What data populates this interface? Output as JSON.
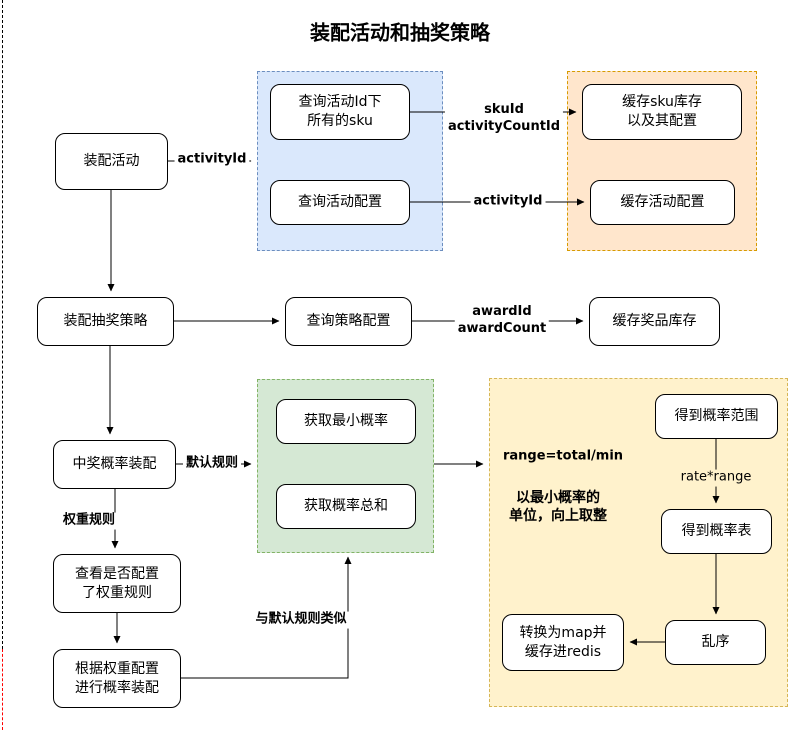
{
  "title": "装配活动和抽奖策略",
  "nodes": {
    "assemble_activity": "装配活动",
    "query_sku_by_activity": "查询活动Id下\n所有的sku",
    "query_activity_config": "查询活动配置",
    "cache_sku_stock": "缓存sku库存\n以及其配置",
    "cache_activity_config": "缓存活动配置",
    "assemble_lottery_strategy": "装配抽奖策略",
    "query_strategy_config": "查询策略配置",
    "cache_award_stock": "缓存奖品库存",
    "assemble_win_probability": "中奖概率装配",
    "get_min_probability": "获取最小概率",
    "get_probability_sum": "获取概率总和",
    "get_probability_range": "得到概率范围",
    "get_probability_table": "得到概率表",
    "shuffle": "乱序",
    "convert_to_map": "转换为map并\n缓存进redis",
    "check_weight_rule": "查看是否配置\n了权重规则",
    "assemble_by_weight": "根据权重配置\n进行概率装配"
  },
  "edge_labels": {
    "activity_id_top": "activityId",
    "sku_id": "skuId\nactivityCountId",
    "activity_id_mid": "activityId",
    "award_id": "awardId\nawardCount",
    "default_rule": "默认规则",
    "weight_rule": "权重规则",
    "similar_to_default": "与默认规则类似",
    "range_formula": "range=total/min",
    "range_note": "以最小概率的\n单位，向上取整",
    "rate_range": "rate*range"
  },
  "colors": {
    "blue_fill": "#dae8fc",
    "blue_border": "#6c8ebf",
    "orange_fill": "#ffe6cc",
    "orange_border": "#d79b00",
    "green_fill": "#d5e8d4",
    "green_border": "#82b366",
    "yellow_fill": "#fff2cc",
    "yellow_border": "#d6b656",
    "line": "#000000",
    "page_edge": "#000000",
    "page_edge_red": "#ff0000"
  }
}
